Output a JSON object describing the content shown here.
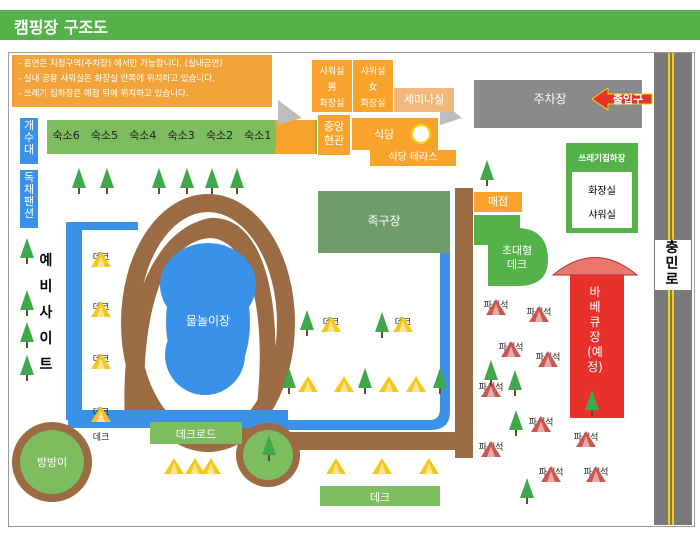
{
  "header": {
    "title": "캠핑장 구조도"
  },
  "notes": [
    "- 흡연은 지정구역(주차장) 에서만 가능합니다. (실내금연)",
    "- 실내 공용 샤워실은 화장실 안쪽에 위치하고 있습니다.",
    "- 쓰레기 집하장은 매점 뒤에 위치하고 있습니다."
  ],
  "facilities": {
    "shower_male": [
      "샤워실",
      "男",
      "화장실"
    ],
    "shower_female": [
      "샤워실",
      "女",
      "화장실"
    ],
    "seminar": "세미나실",
    "parking": "주차장",
    "entrance": "출입구",
    "central_entrance": [
      "중앙",
      "현관"
    ],
    "restaurant": "식당",
    "restaurant_terrace": "식당 테라스",
    "footvolley": "족구장",
    "store": "매점",
    "garbage": "쓰레기집하장",
    "toilet": "화장실",
    "shower": "샤워실",
    "large_deck": [
      "초대형",
      "데크"
    ],
    "bbq": "바베큐장(예정)",
    "road": "충민로",
    "pool": "물놀이장",
    "deck_road": "데크로드",
    "bangbangi": "방방이",
    "reserve_site": "예비사이트",
    "bottom_deck": "데크",
    "water_dispenser": "개수대",
    "pension": "독채팬션"
  },
  "lodges": [
    "숙소6",
    "숙소5",
    "숙소4",
    "숙소3",
    "숙소2",
    "숙소1"
  ],
  "deck_label": "데크",
  "parasol_label": "파쇄석",
  "colors": {
    "title": "#55b24a",
    "orange": "#f7a32c",
    "green": "#7dbc5f",
    "blue": "#3a92e8",
    "red": "#e8312a",
    "path": "#9b6b43",
    "gray": "#8a8a8a"
  }
}
